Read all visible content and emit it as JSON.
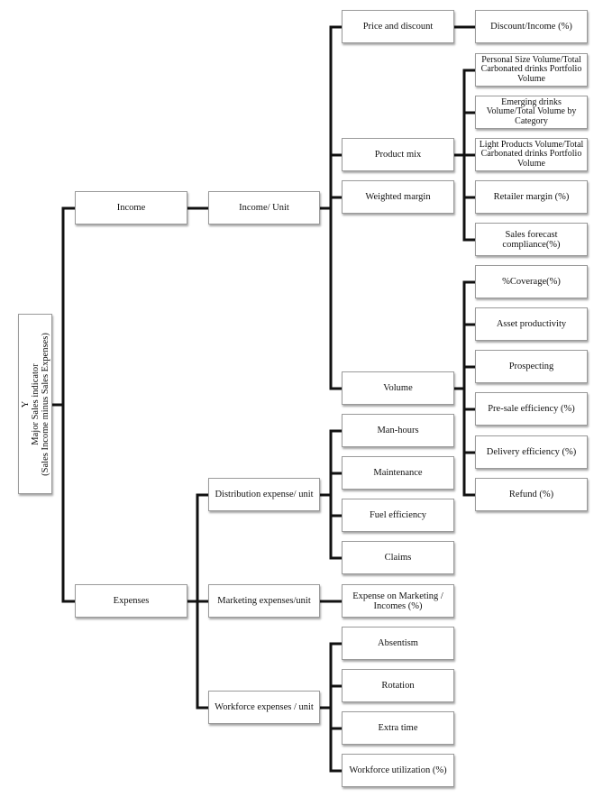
{
  "root": {
    "line1": "Y",
    "line2": "Major  Sales  indicator",
    "line3": "(Sales Income minus Sales  Expenses)"
  },
  "level1": {
    "income": "Income",
    "expenses": "Expenses"
  },
  "level2": {
    "income_unit": "Income/ Unit",
    "distribution": "Distribution expense/ unit",
    "marketing": "Marketing expenses/unit",
    "workforce": "Workforce expenses / unit"
  },
  "level3": {
    "price_discount": "Price and discount",
    "product_mix": "Product mix",
    "weighted_margin": "Weighted margin",
    "volume": "Volume",
    "man_hours": "Man-hours",
    "maintenance": "Maintenance",
    "fuel_efficiency": "Fuel efficiency",
    "claims": "Claims",
    "expense_marketing": "Expense on Marketing / Incomes (%)",
    "absentism": "Absentism",
    "rotation": "Rotation",
    "extra_time": "Extra time",
    "workforce_utilization": "Workforce utilization (%)"
  },
  "level4": {
    "discount_income": "Discount/Income (%)",
    "personal_size": "Personal Size Volume/Total Carbonated drinks Portfolio Volume",
    "emerging_drinks": "Emerging drinks Volume/Total Volume by Category",
    "light_products": "Light Products Volume/Total Carbonated drinks Portfolio Volume",
    "retailer_margin": "Retailer margin (%)",
    "sales_forecast": "Sales forecast compliance(%)",
    "coverage": "%Coverage(%)",
    "asset_productivity": "Asset productivity",
    "prospecting": "Prospecting",
    "presale_efficiency": "Pre-sale efficiency (%)",
    "delivery_efficiency": "Delivery efficiency (%)",
    "refund": "Refund (%)"
  }
}
